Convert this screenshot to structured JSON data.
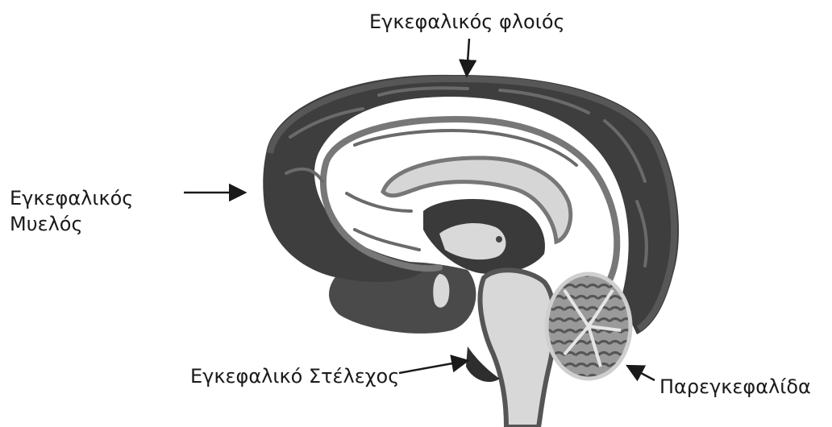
{
  "labels": {
    "cortex": "Εγκεφαλικός φλοιός",
    "medulla_line1": "Εγκεφαλικός",
    "medulla_line2": "Μυελός",
    "brainstem": "Εγκεφαλικό Στέλεχος",
    "cerebellum": "Παρεγκεφαλίδα"
  },
  "colors": {
    "outer_brain": "#3e3e3e",
    "cortex_band": "#575757",
    "white_matter_outline": "#777777",
    "corpus_callosum": "#d6d6d6",
    "brainstem": "#d8d8d8",
    "arrow": "#1a1a1a"
  }
}
